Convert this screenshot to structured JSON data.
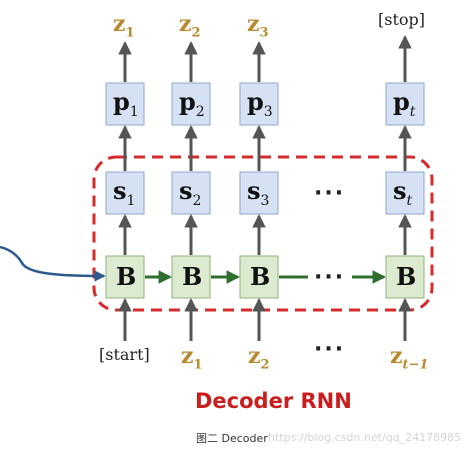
{
  "outputs": [
    {
      "base": "z",
      "sub": "1"
    },
    {
      "base": "z",
      "sub": "2"
    },
    {
      "base": "z",
      "sub": "3"
    }
  ],
  "stop_label": "[stop]",
  "p_boxes": [
    {
      "base": "p",
      "sub": "1"
    },
    {
      "base": "p",
      "sub": "2"
    },
    {
      "base": "p",
      "sub": "3"
    },
    {
      "base": "p",
      "sub": "t"
    }
  ],
  "s_boxes": [
    {
      "base": "s",
      "sub": "1"
    },
    {
      "base": "s",
      "sub": "2"
    },
    {
      "base": "s",
      "sub": "3"
    },
    {
      "base": "s",
      "sub": "t"
    }
  ],
  "b_boxes": [
    "B",
    "B",
    "B",
    "B"
  ],
  "ellipsis": "···",
  "inputs": {
    "start": "[start]",
    "tokens": [
      {
        "base": "z",
        "sub": "1"
      },
      {
        "base": "z",
        "sub": "2"
      },
      {
        "base": "z",
        "sub": "t−1"
      }
    ]
  },
  "title": "Decoder RNN",
  "caption": "图二 Decoder",
  "watermark": "https://blog.csdn.net/qq_24178985",
  "colors": {
    "p_s_box_fill": "#d6e2f3",
    "p_s_box_border": "#8fa6c9",
    "b_box_fill": "#dcebd0",
    "b_box_border": "#8fb07a",
    "arrow": "#555555",
    "recurrent_arrow": "#2f6e2f",
    "encoder_arrow": "#2d5a8c",
    "dashed_region": "#d62b2b",
    "z_label": "#b8892f",
    "title": "#c81e1e"
  }
}
